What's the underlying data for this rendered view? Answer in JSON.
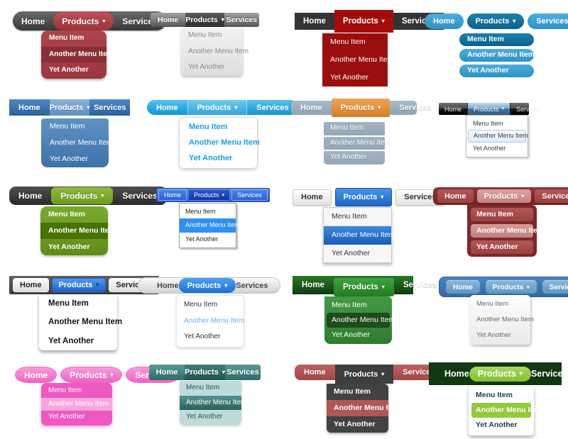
{
  "nav_labels": {
    "home": "Home",
    "products": "Products",
    "services": "Services"
  },
  "caret_icon": "▾",
  "dropdown_items": [
    "Menu Item",
    "Another Menu Item",
    "Yet Another"
  ],
  "menus": [
    {
      "id": 1,
      "style": "dark-pill-red",
      "active_nav": "Products",
      "highlight_index": 1,
      "highlighted_item": "Another Menu Item",
      "colors": {
        "bar": "#4a4a4a",
        "active": "#a83c43",
        "dropdown": "#a63e46",
        "highlight": "#892e35",
        "text": "#ffffff"
      }
    },
    {
      "id": 2,
      "style": "gray-gloss",
      "active_nav": "Products",
      "highlight_index": null,
      "highlighted_item": null,
      "colors": {
        "bar": "#7d7d7d",
        "active": "#3f3f3f",
        "dropdown": "#e9e9e9",
        "text": "#8a8a8a"
      }
    },
    {
      "id": 3,
      "style": "charcoal-darkred",
      "active_nav": "Products",
      "highlight_index": null,
      "highlighted_item": null,
      "colors": {
        "bar": "#343434",
        "active": "#a40c0c",
        "dropdown": "#9a0e0e",
        "text": "#ffffff"
      }
    },
    {
      "id": 4,
      "style": "blue-pills",
      "active_nav": "Products",
      "highlight_index": 0,
      "highlighted_item": "Menu Item",
      "colors": {
        "bar": "#3aa0d6",
        "active": "#15698f",
        "dropdown": "#3aa0d6",
        "highlight": "#15698f",
        "text": "#ffffff"
      }
    },
    {
      "id": 5,
      "style": "steel-blue",
      "active_nav": "Products",
      "highlight_index": null,
      "highlighted_item": null,
      "colors": {
        "bar": "#2f6ca8",
        "active": "#6f9cce",
        "dropdown": "#4d82b8",
        "text": "#ffffff"
      }
    },
    {
      "id": 6,
      "style": "sky-pill-white",
      "active_nav": "Products",
      "highlight_index": null,
      "highlighted_item": null,
      "colors": {
        "bar": "#29aade",
        "dropdown": "#ffffff",
        "text": "#1b9fe0"
      }
    },
    {
      "id": 7,
      "style": "slate-orange",
      "active_nav": "Products",
      "highlight_index": null,
      "highlighted_item": null,
      "colors": {
        "bar": "#9aadbc",
        "active": "#e39140",
        "dropdown": "#9aadbc",
        "text": "#ffffff"
      }
    },
    {
      "id": 8,
      "style": "aero-black-glass",
      "active_nav": "Products",
      "highlight_index": 1,
      "highlighted_item": "Another Menu Item",
      "colors": {
        "bar": "#1a1a1a",
        "active": "#5e8fb6",
        "dropdown": "#ffffff",
        "highlight": "#dcebf8",
        "text": "#3a3a3a"
      }
    },
    {
      "id": 9,
      "style": "charcoal-green",
      "active_nav": "Products",
      "highlight_index": 1,
      "highlighted_item": "Another Menu Item",
      "colors": {
        "bar": "#3b3b3b",
        "active": "#7aa42c",
        "dropdown": "#6b9c22",
        "highlight": "#497204",
        "text": "#ffffff"
      }
    },
    {
      "id": 10,
      "style": "xp-blue",
      "active_nav": "Products",
      "highlight_index": 1,
      "highlighted_item": "Another Menu Item",
      "colors": {
        "bar": "#3e70d8",
        "active": "#1f45b5",
        "dropdown": "#ffffff",
        "highlight": "#2e90f4",
        "text": "#222222"
      }
    },
    {
      "id": 11,
      "style": "white-blue-buttons",
      "active_nav": "Products",
      "highlight_index": 1,
      "highlighted_item": "Another Menu Item",
      "colors": {
        "bar": "#f0f0f0",
        "active": "#2f7ad8",
        "dropdown": "#f6f6f6",
        "highlight": "#2a74c9",
        "text": "#333333"
      }
    },
    {
      "id": 12,
      "style": "maroon-buttons",
      "active_nav": "Products",
      "highlight_index": 1,
      "highlighted_item": "Another Menu Item",
      "colors": {
        "bar": "#7a2a2a",
        "active": "#d09292",
        "dropdown": "#7a2a2a",
        "highlight": "#cc8c8c",
        "text": "#ffffff"
      }
    },
    {
      "id": 13,
      "style": "gray-white-buttons",
      "active_nav": "Products",
      "highlight_index": null,
      "highlighted_item": null,
      "colors": {
        "bar": "#4f4f4f",
        "active": "#3a7ddd",
        "dropdown": "#ffffff",
        "text": "#141414"
      }
    },
    {
      "id": 14,
      "style": "silver-pill",
      "active_nav": "Products",
      "highlight_index": 1,
      "highlighted_item": "Another Menu Item",
      "colors": {
        "bar": "#e6e6e6",
        "active": "#338ae4",
        "dropdown": "#ffffff",
        "highlight": "#6cacea",
        "text": "#333333"
      }
    },
    {
      "id": 15,
      "style": "forest-green",
      "active_nav": "Products",
      "highlight_index": 1,
      "highlighted_item": "Another Menu Item",
      "colors": {
        "bar": "#1b5c1b",
        "active": "#2e912e",
        "dropdown": "#3a8b3a",
        "highlight": "#1e4a1e",
        "text": "#ffffff"
      }
    },
    {
      "id": 16,
      "style": "blue-bevel",
      "active_nav": "Products",
      "highlight_index": null,
      "highlighted_item": null,
      "colors": {
        "bar": "#3d77b0",
        "active": "#75a5ce",
        "dropdown": "#f4f4f4",
        "text": "#6a6a6a"
      }
    },
    {
      "id": 17,
      "style": "pink-bubbles",
      "active_nav": "Products",
      "highlight_index": 1,
      "highlighted_item": "Another Menu Item",
      "colors": {
        "bar": "#f678cd",
        "dropdown": "#ef58c2",
        "highlight": "#f6a8de",
        "text": "#ffffff"
      }
    },
    {
      "id": 18,
      "style": "teal",
      "active_nav": "Products",
      "highlight_index": 1,
      "highlighted_item": "Another Menu Item",
      "colors": {
        "bar": "#428582",
        "active": "#2e6a66",
        "dropdown": "#bedbd9",
        "highlight": "#3d7a76",
        "text": "#215a56"
      }
    },
    {
      "id": 19,
      "style": "red-charcoal",
      "active_nav": "Products",
      "highlight_index": 1,
      "highlighted_item": "Another Menu Item",
      "colors": {
        "bar": "#b05353",
        "active": "#3e3e3e",
        "dropdown": "#424242",
        "highlight": "#b05656",
        "text": "#ffffff"
      }
    },
    {
      "id": 20,
      "style": "darkgreen-lime",
      "active_nav": "Products",
      "highlight_index": 1,
      "highlighted_item": "Another Menu Item",
      "colors": {
        "bar": "#113811",
        "active": "#8dc63f",
        "dropdown": "#ffffff",
        "highlight": "#93c93d",
        "text": "#1c3c50"
      }
    }
  ]
}
